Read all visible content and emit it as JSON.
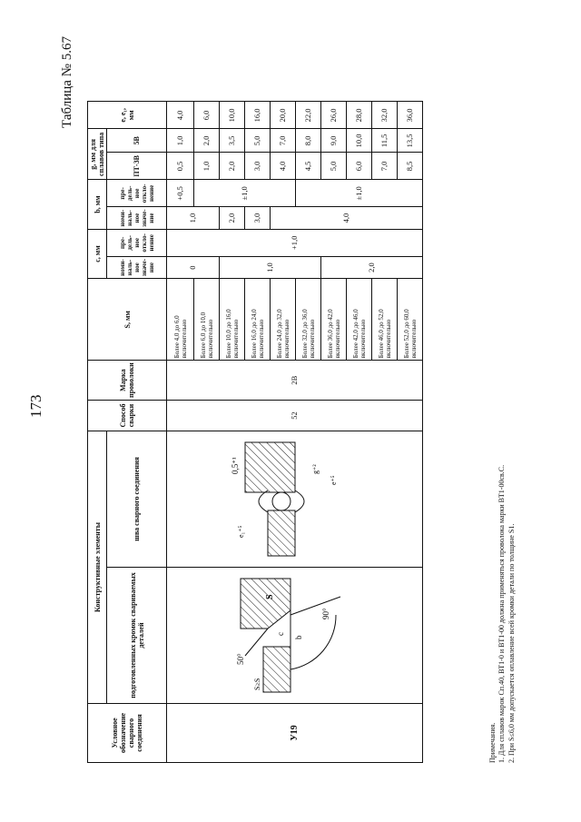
{
  "page_number": "173",
  "table_title": "Таблица № 5.67",
  "headers": {
    "designation": "Условное обозначение сварного соединения",
    "structural_elements": "Конструктивные элементы",
    "prepared_edges": "подготовленных кромок свариваемых деталей",
    "weld_seam": "шва сварного соединения",
    "method": "Способ сварки",
    "wire_grade": "Марка проволоки",
    "s": "S, мм",
    "c": "c, мм",
    "b": "b, мм",
    "g": "g, мм для сплавов типа",
    "e": "e, e₁, мм",
    "nominal": "номи-наль-ное значе-ние",
    "deviation": "пре-дель-ное откло-нение",
    "alloy1": "ПТ-3В",
    "alloy2": "5В"
  },
  "row": {
    "designation": "У19",
    "method": "52",
    "wire_grade": "2В"
  },
  "sketch_labels": {
    "angle50": "50°",
    "angle90": "90°",
    "s": "S",
    "c": "c",
    "b": "b",
    "s1": "S≥S",
    "e1": "e₁⁺⁵",
    "e": "e⁺⁵",
    "g1": "0,5⁺¹",
    "g2": "g⁺²"
  },
  "rows": [
    {
      "s": "Более 4,0 до 6,0 включительно",
      "c_nom": "0",
      "c_dev": "",
      "b_nom": "1,0",
      "b_dev": "+0,5",
      "g1": "0,5",
      "g2": "1,0",
      "e": "4,0"
    },
    {
      "s": "Более 6,0 до 10,0 включительно",
      "c_nom": "",
      "c_dev": "",
      "b_nom": "",
      "b_dev": "",
      "g1": "1,0",
      "g2": "2,0",
      "e": "6,0"
    },
    {
      "s": "Более 10,0 до 16,0 включительно",
      "c_nom": "1,0",
      "c_dev": "",
      "b_nom": "2,0",
      "b_dev": "±1,0",
      "g1": "2,0",
      "g2": "3,5",
      "e": "10,0"
    },
    {
      "s": "Более 16,0 до 24,0 включительно",
      "c_nom": "",
      "c_dev": "",
      "b_nom": "3,0",
      "b_dev": "",
      "g1": "3,0",
      "g2": "5,0",
      "e": "16,0"
    },
    {
      "s": "Более 24,0 до 32,0 включительно",
      "c_nom": "",
      "c_dev": "+1,0",
      "b_nom": "",
      "b_dev": "",
      "g1": "4,0",
      "g2": "7,0",
      "e": "20,0"
    },
    {
      "s": "Более 32,0 до 36,0 включительно",
      "c_nom": "",
      "c_dev": "",
      "b_nom": "",
      "b_dev": "",
      "g1": "4,5",
      "g2": "8,0",
      "e": "22,0"
    },
    {
      "s": "Более 36,0 до 42,0 включительно",
      "c_nom": "2,0",
      "c_dev": "",
      "b_nom": "4,0",
      "b_dev": "±1,0",
      "g1": "5,0",
      "g2": "9,0",
      "e": "26,0"
    },
    {
      "s": "Более 42,0 до 46,0 включительно",
      "c_nom": "",
      "c_dev": "",
      "b_nom": "",
      "b_dev": "",
      "g1": "6,0",
      "g2": "10,0",
      "e": "28,0"
    },
    {
      "s": "Более 46,0 до 52,0 включительно",
      "c_nom": "",
      "c_dev": "",
      "b_nom": "",
      "b_dev": "",
      "g1": "7,0",
      "g2": "11,5",
      "e": "32,0"
    },
    {
      "s": "Более 52,0 до 60,0 включительно",
      "c_nom": "",
      "c_dev": "",
      "b_nom": "",
      "b_dev": "",
      "g1": "8,5",
      "g2": "13,5",
      "e": "36,0"
    }
  ],
  "notes": {
    "title": "Примечания.",
    "n1": "1. Для сплавов марок Сп.40, ВТ1-0 и ВТ1-00 должна применяться проволока марки ВТ1-00св.С.",
    "n2": "2. При S≤6,0 мм допускается оплавление всей кромки детали по толщине S1."
  }
}
